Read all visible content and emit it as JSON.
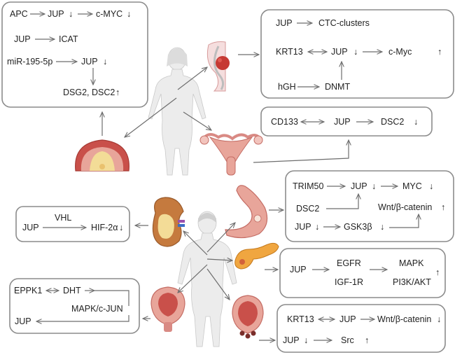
{
  "colors": {
    "box_border": "#8c8c8c",
    "arrow": "#6e6e6e",
    "organ_red": "#c94a3e",
    "organ_pink": "#e8a59a",
    "kidney": "#c57a3e",
    "pancreas": "#f0a640",
    "tumor_yellow": "#f3dc97"
  },
  "icons": [
    "human-figure-female",
    "human-figure-male",
    "breast-icon",
    "uterus-icon",
    "colon-tumor-icon",
    "stomach-icon",
    "kidney-icon",
    "pancreas-icon",
    "prostate-icon",
    "bladder-icon"
  ],
  "symbols": {
    "down": "↓",
    "up": "↑"
  },
  "panels": {
    "colon": {
      "apc": "APC",
      "jup1": "JUP",
      "cmyc": "c-MYC",
      "jup2": "JUP",
      "icat": "ICAT",
      "mir": "miR-195-5p",
      "jup3": "JUP",
      "dsg": "DSG2, DSC2"
    },
    "breast": {
      "jup1": "JUP",
      "ctc": "CTC-clusters",
      "krt13": "KRT13",
      "jup2": "JUP",
      "cmyc": "c-Myc",
      "hgh": "hGH",
      "dnmt": "DNMT"
    },
    "cervix": {
      "cd133": "CD133",
      "jup": "JUP",
      "dsc2": "DSC2"
    },
    "kidney": {
      "jup": "JUP",
      "vhl": "VHL",
      "hif": "HIF-2α"
    },
    "gastric": {
      "trim50": "TRIM50",
      "jup1": "JUP",
      "myc": "MYC",
      "dsc2": "DSC2",
      "wnt": "Wnt/β-catenin",
      "jup2": "JUP",
      "gsk": "GSK3β"
    },
    "pancreas": {
      "jup": "JUP",
      "egfr": "EGFR",
      "igf": "IGF-1R",
      "mapk": "MAPK",
      "pi3k": "PI3K/AKT"
    },
    "prostate": {
      "eppk1": "EPPK1",
      "dht": "DHT",
      "mapk": "MAPK/c-JUN",
      "jup": "JUP"
    },
    "bladder": {
      "krt13": "KRT13",
      "jup1": "JUP",
      "wnt": "Wnt/β-catenin",
      "jup2": "JUP",
      "src": "Src"
    }
  }
}
